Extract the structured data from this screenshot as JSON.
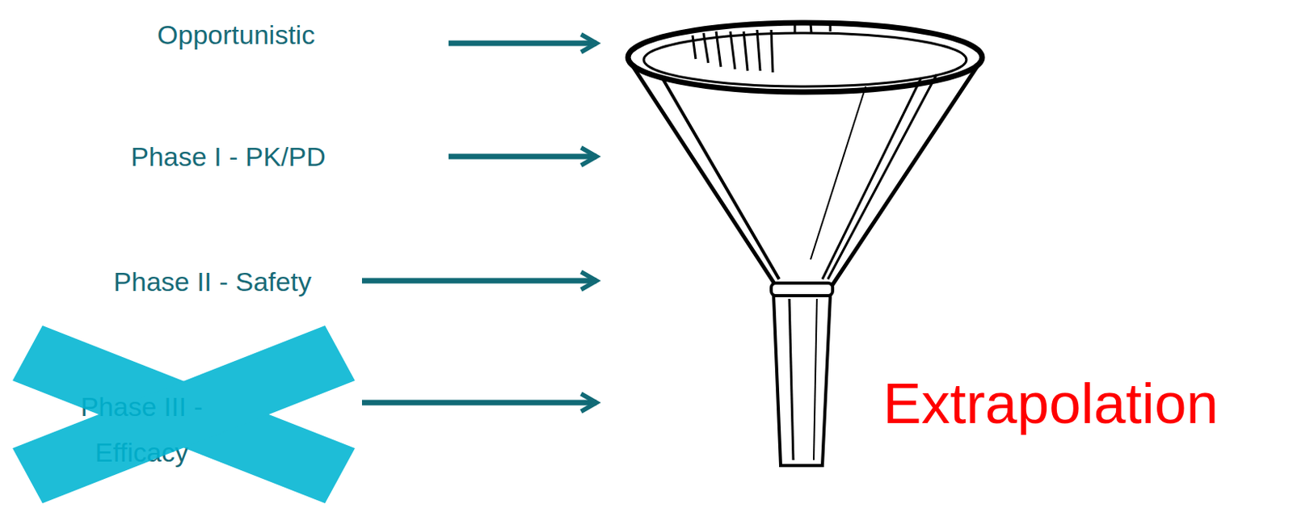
{
  "diagram": {
    "labels": [
      "Opportunistic",
      "Phase I - PK/PD",
      "Phase II - Safety",
      "Phase III - Efficacy",
      "Extrapolation"
    ]
  }
}
